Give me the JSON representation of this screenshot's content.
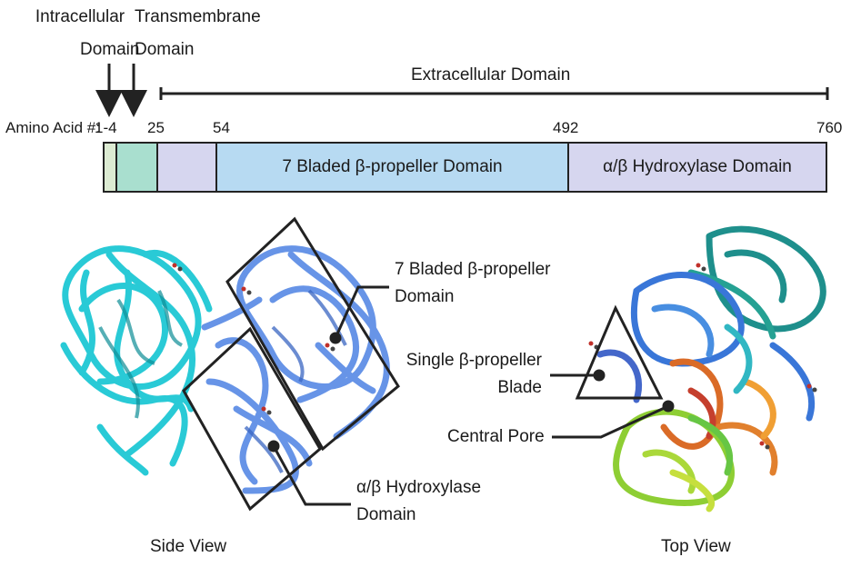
{
  "header": {
    "intracellular": [
      "Intracellular",
      "Domain"
    ],
    "transmembrane": [
      "Transmembrane",
      "Domain"
    ],
    "extracellular": "Extracellular Domain"
  },
  "bar": {
    "amino_label": "Amino Acid #:",
    "positions": [
      "1-4",
      "25",
      "54",
      "492",
      "760"
    ],
    "segments": [
      {
        "color": "#dcebd2"
      },
      {
        "color": "#a9dfcf"
      },
      {
        "color": "#d6d6ef"
      },
      {
        "label": "7 Bladed β-propeller Domain",
        "color": "#b7daf2"
      },
      {
        "label": "α/β Hydroxylase Domain",
        "color": "#d6d6ef"
      }
    ]
  },
  "annotations": {
    "propeller": [
      "7 Bladed β-propeller",
      "Domain"
    ],
    "blade": [
      "Single β-propeller",
      "Blade"
    ],
    "pore": "Central Pore",
    "hydroxylase": [
      "α/β Hydroxylase",
      "Domain"
    ]
  },
  "captions": {
    "side": "Side View",
    "top": "Top View"
  },
  "colors": {
    "side_left": "#1ec8d4",
    "side_right": "#5f8fe6",
    "top_teal": "#138a86",
    "top_blue": "#2f6fd6",
    "top_orange": "#d9641c",
    "top_green": "#88cc2a",
    "top_red": "#c23522"
  }
}
